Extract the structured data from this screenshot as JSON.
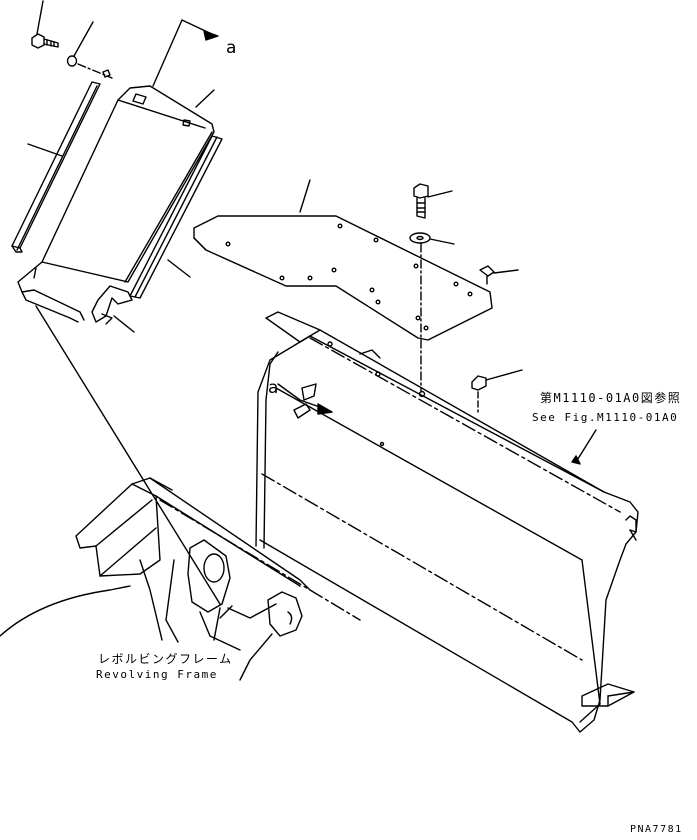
{
  "labels": {
    "view_arrow_top": "a",
    "view_arrow_mid": "a",
    "ref_jp": "第M1110-01A0図参照",
    "ref_en": "See Fig.M1110-01A0",
    "frame_jp": "レボルビングフレーム",
    "frame_en": "Revolving Frame",
    "drawing_no": "PNA7781"
  },
  "colors": {
    "line": "#000000",
    "background": "#ffffff"
  }
}
